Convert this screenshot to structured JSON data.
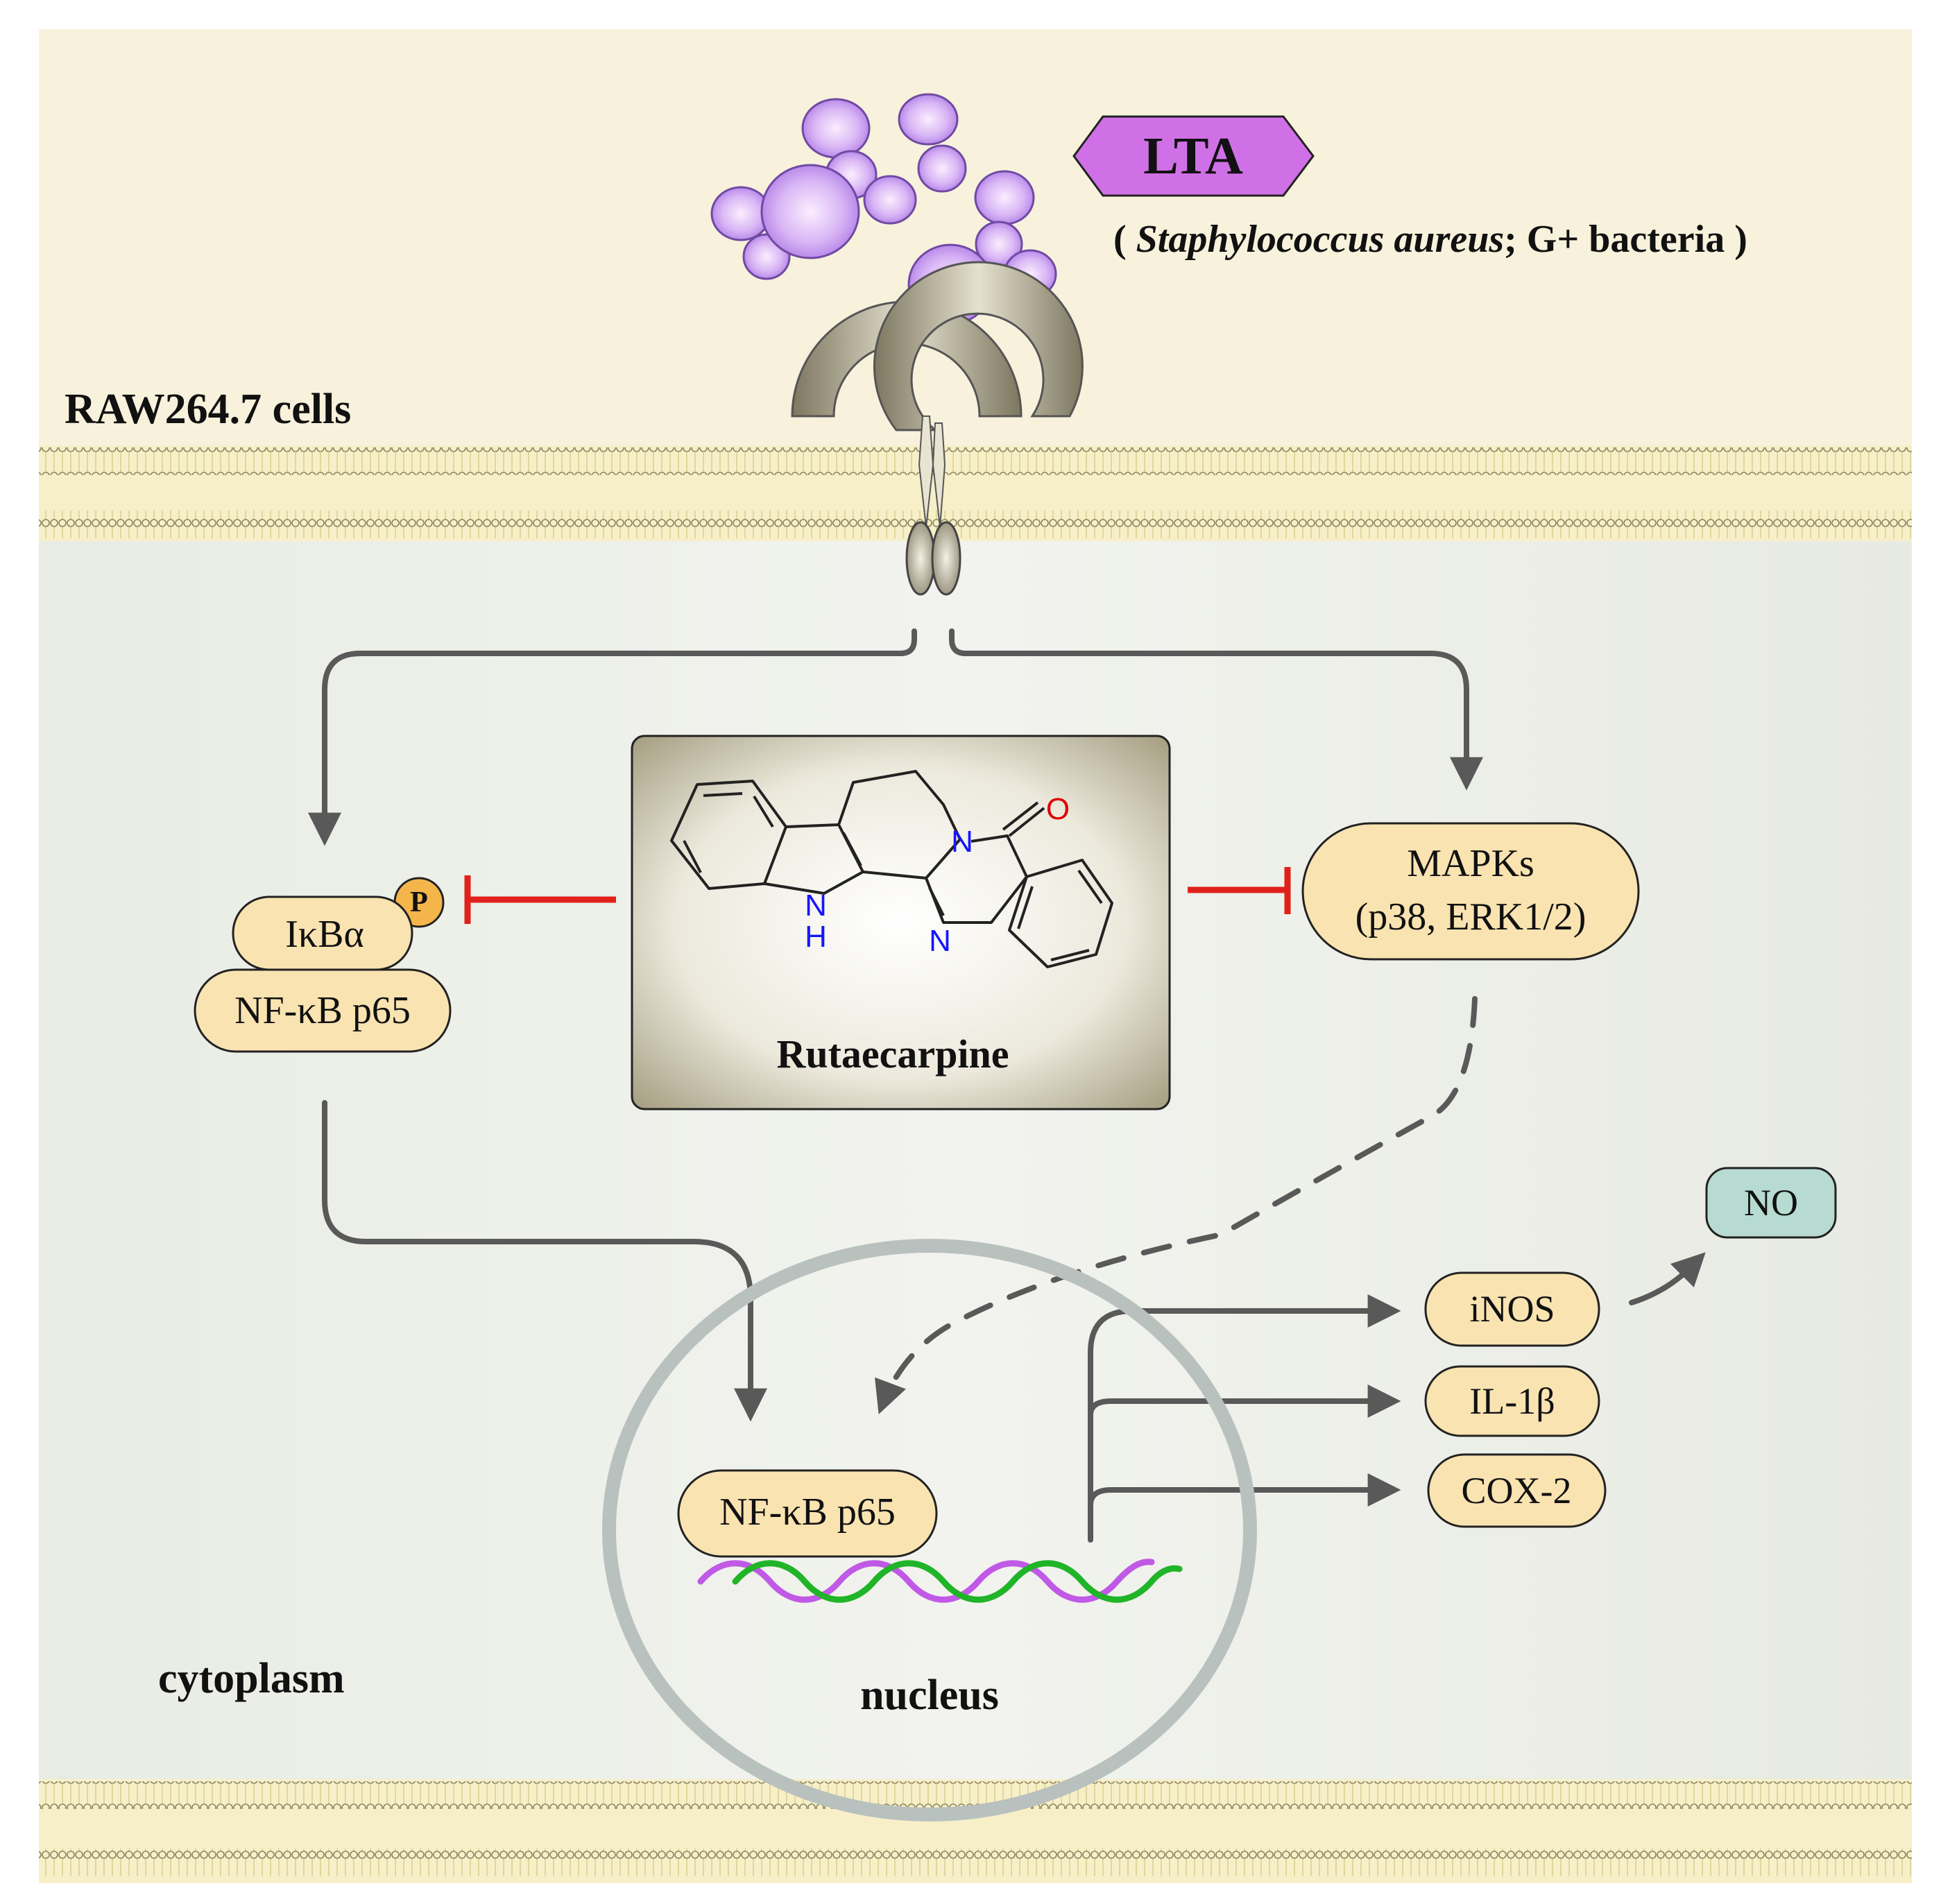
{
  "colors": {
    "extracellular_bg": "#f8f1dc",
    "cytoplasm_bg": "#eef0ea",
    "membrane": "#e8dd9b",
    "bacteria": "#b98cf0",
    "lta_badge": "#d070e6",
    "protein": "#f9e3b1",
    "phospho": "#f4b64a",
    "no_box": "#b7dbd1",
    "inhibition": "#e0211b",
    "arrow": "#595959",
    "nucleus_ring": "#b9c1bf",
    "dna_strand_a": "#c05ae6",
    "dna_strand_b": "#20b428",
    "receptor": "#a7a089",
    "nitrogen": "#1515ff",
    "oxygen": "#e00000"
  },
  "labels": {
    "lta": "LTA",
    "source_open": "( ",
    "source_species": "Staphylococcus aureus",
    "source_rest": "; G+ bacteria )",
    "cell_line": "RAW264.7 cells",
    "cytoplasm": "cytoplasm",
    "nucleus": "nucleus"
  },
  "proteins": {
    "phospho": "P",
    "ikba": "IκBα",
    "nfkb_cyto": "NF-κB p65",
    "mapks_line1": "MAPKs",
    "mapks_line2": "(p38, ERK1/2)",
    "nfkb_nuc": "NF-κB p65",
    "inos": "iNOS",
    "il1b": "IL-1β",
    "cox2": "COX-2",
    "no": "NO"
  },
  "drug": {
    "name": "Rutaecarpine",
    "atom_nh_n": "N",
    "atom_nh_h": "H",
    "atom_n_upper": "N",
    "atom_n_lower": "N",
    "atom_o": "O"
  }
}
